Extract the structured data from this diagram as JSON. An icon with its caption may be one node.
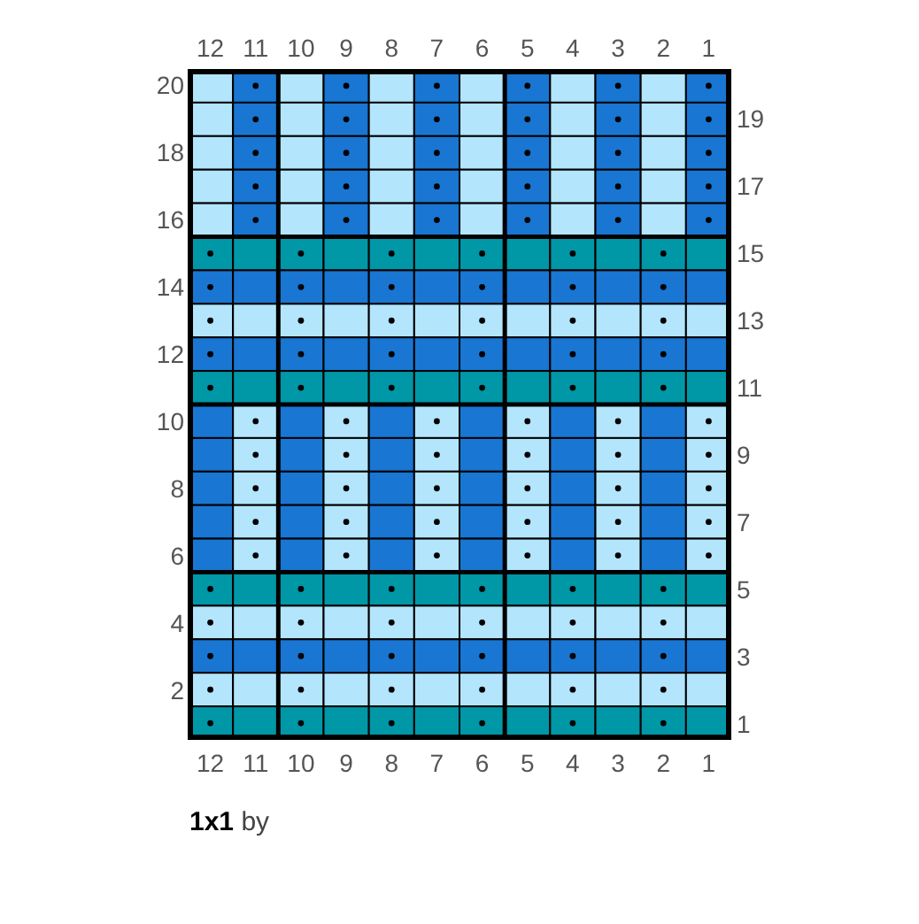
{
  "diagram": {
    "title": "**1x1** by",
    "labels": [
      "12",
      "11",
      "10",
      "9",
      "8",
      "7",
      "6",
      "5",
      "4",
      "3",
      "2",
      "1",
      "20",
      "19",
      "18",
      "17",
      "16",
      "15",
      "14",
      "13",
      "12",
      "11",
      "10",
      "9",
      "8",
      "7",
      "6",
      "5",
      "4",
      "3",
      "2",
      "1",
      "12",
      "11",
      "10",
      "9",
      "8",
      "7",
      "6",
      "5",
      "4",
      "3",
      "2",
      "1"
    ]
  }
}
